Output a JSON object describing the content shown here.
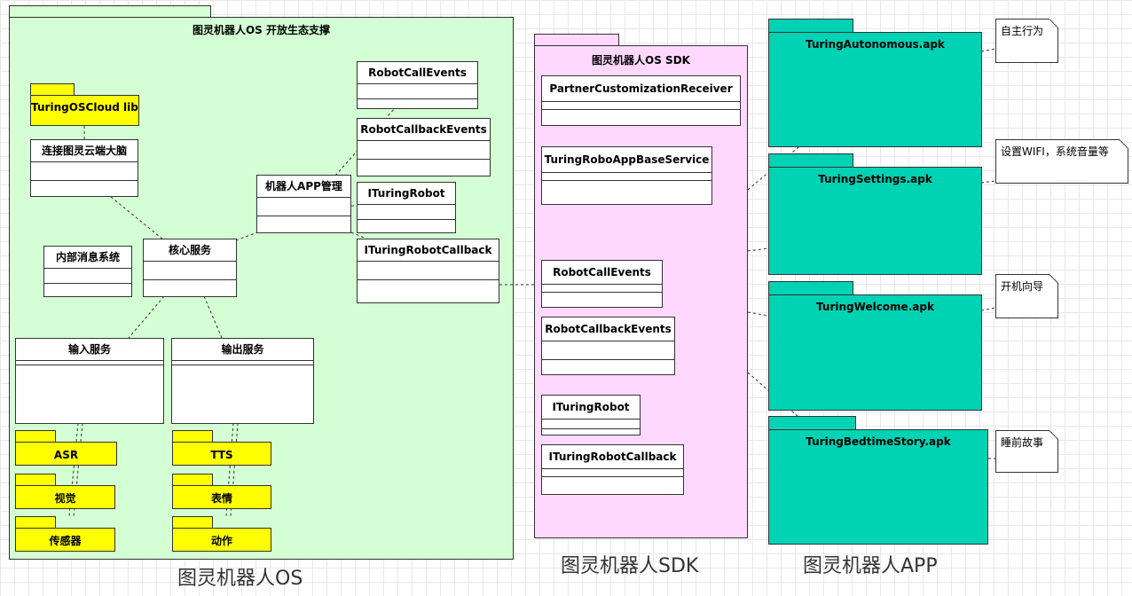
{
  "os_package": {
    "title": "图灵机器人OS 开放生态支撑",
    "caption": "图灵机器人OS",
    "cloud_lib": "TuringOSCloud lib",
    "classes": {
      "connect_cloud": "连接图灵云端大脑",
      "internal_msg": "内部消息系统",
      "core_service": "核心服务",
      "app_manager": "机器人APP管理",
      "input_service": "输入服务",
      "output_service": "输出服务",
      "robot_call_events": "RobotCallEvents",
      "robot_callback_events": "RobotCallbackEvents",
      "ituring_robot": "ITuringRobot",
      "ituring_robot_callback": "ITuringRobotCallback"
    },
    "input_packages": [
      "ASR",
      "视觉",
      "传感器"
    ],
    "output_packages": [
      "TTS",
      "表情",
      "动作"
    ]
  },
  "sdk_package": {
    "title": "图灵机器人OS SDK",
    "caption": "图灵机器人SDK",
    "classes": {
      "partner_receiver": "PartnerCustomizationReceiver",
      "base_service": "TuringRoboAppBaseService",
      "robot_call_events": "RobotCallEvents",
      "robot_callback_events": "RobotCallbackEvents",
      "ituring_robot": "ITuringRobot",
      "ituring_robot_callback": "ITuringRobotCallback"
    }
  },
  "apps": {
    "caption": "图灵机器人APP",
    "items": [
      {
        "name": "TuringAutonomous.apk",
        "note": "自主行为"
      },
      {
        "name": "TuringSettings.apk",
        "note": "设置WIFI，系统音量等"
      },
      {
        "name": "TuringWelcome.apk",
        "note": "开机向导"
      },
      {
        "name": "TuringBedtimeStory.apk",
        "note": "睡前故事"
      }
    ]
  },
  "colors": {
    "os_fill": "#d4ffd4",
    "sdk_fill": "#ffd8ff",
    "lib_fill": "#ffff00",
    "apk_fill": "#00d2b4",
    "grid": "#e8e8e8"
  }
}
